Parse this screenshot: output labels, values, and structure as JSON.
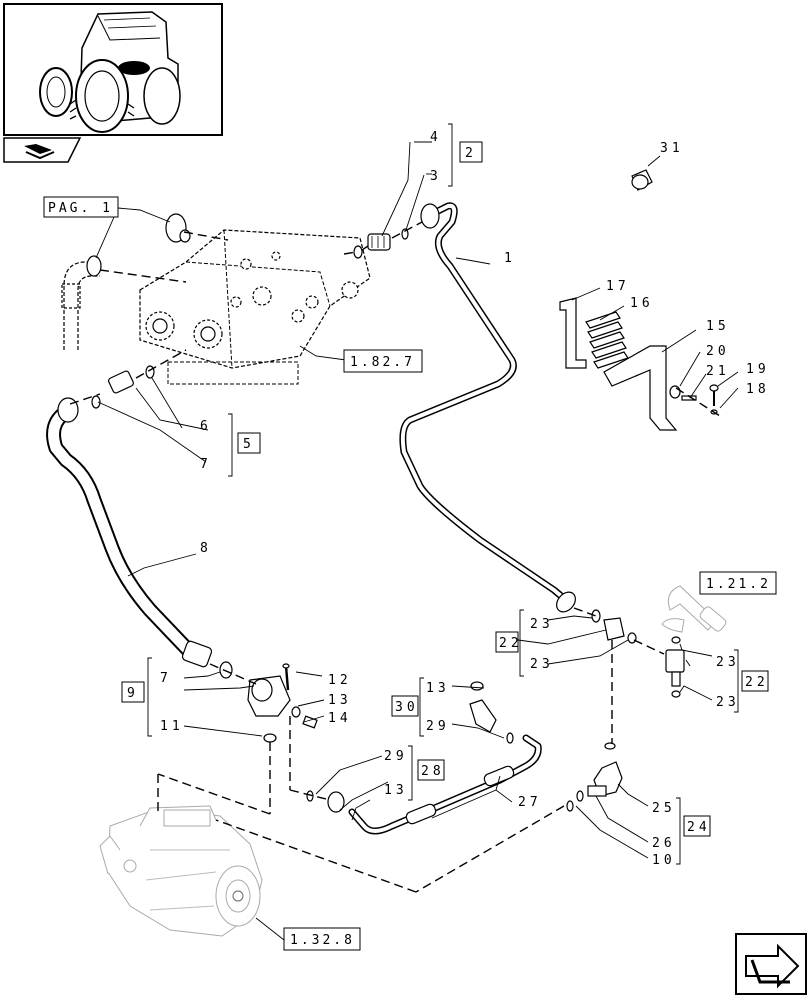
{
  "thumbnail": {
    "icon": "tractor-thumbnail"
  },
  "nav_icon": "book-icon",
  "next_page_icon": "next-page-arrow-icon",
  "refs": {
    "pag1": "PAG. 1",
    "r1827": "1.82.7",
    "r1212": "1.21.2",
    "r1328": "1.32.8"
  },
  "group_boxes": {
    "g2": "2",
    "g5": "5",
    "g9": "9",
    "g22a": "22",
    "g22b": "22",
    "g30": "30",
    "g28": "28",
    "g24": "24"
  },
  "callouts": {
    "c1": "1",
    "c3": "3",
    "c4": "4",
    "c6": "6",
    "c7a": "7",
    "c7b": "7",
    "c8": "8",
    "c10": "10",
    "c11": "11",
    "c12": "12",
    "c13a": "13",
    "c13b": "13",
    "c13c": "13",
    "c14": "14",
    "c15": "15",
    "c16": "16",
    "c17": "17",
    "c18": "18",
    "c19": "19",
    "c20": "20",
    "c21": "21",
    "c23a": "23",
    "c23b": "23",
    "c23c": "23",
    "c23d": "23",
    "c25": "25",
    "c26": "26",
    "c27": "27",
    "c29a": "29",
    "c29b": "29",
    "c31": "31"
  }
}
